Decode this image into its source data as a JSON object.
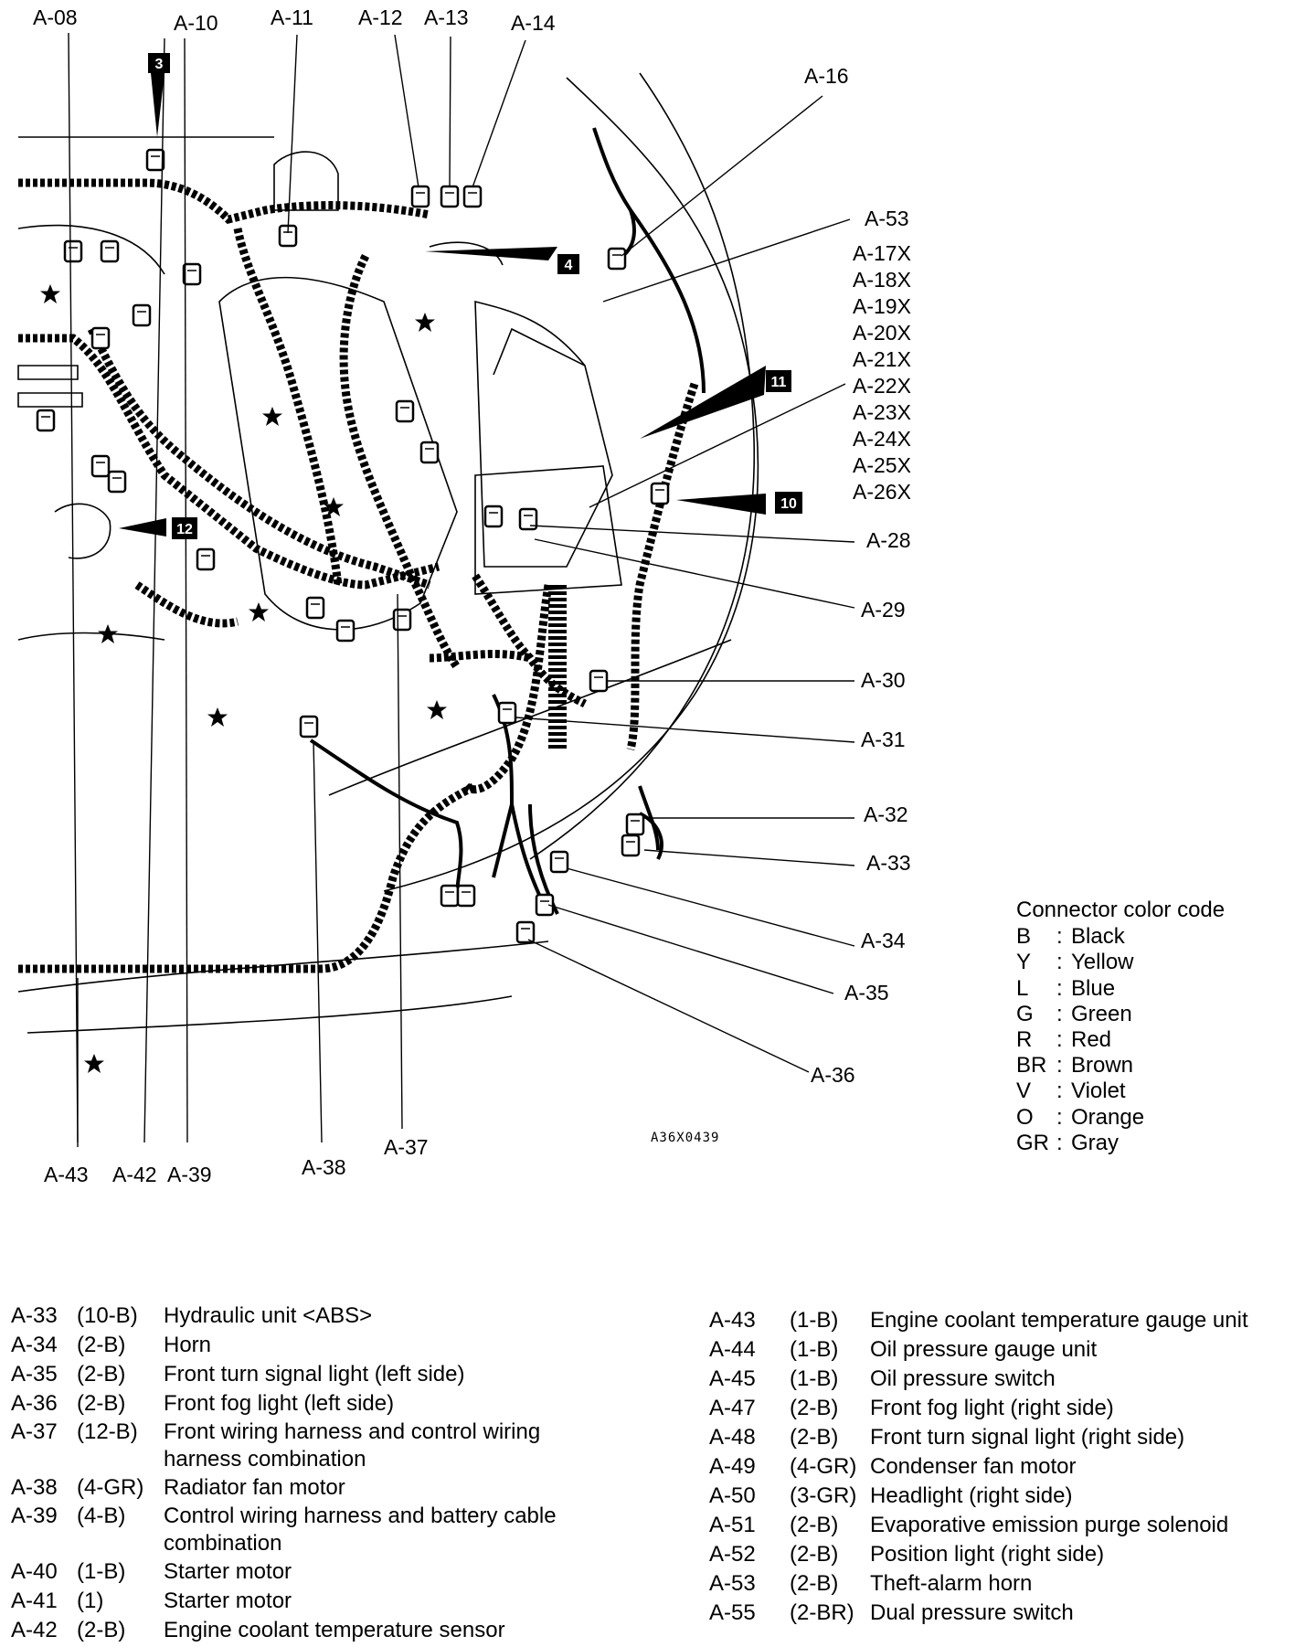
{
  "diagram": {
    "labels": {
      "a08": "A-08",
      "a10": "A-10",
      "a11": "A-11",
      "a12": "A-12",
      "a13": "A-13",
      "a14": "A-14",
      "a16": "A-16",
      "a53": "A-53",
      "a17x": "A-17X",
      "a18x": "A-18X",
      "a19x": "A-19X",
      "a20x": "A-20X",
      "a21x": "A-21X",
      "a22x": "A-22X",
      "a23x": "A-23X",
      "a24x": "A-24X",
      "a25x": "A-25X",
      "a26x": "A-26X",
      "a28": "A-28",
      "a29": "A-29",
      "a30": "A-30",
      "a31": "A-31",
      "a32": "A-32",
      "a33": "A-33",
      "a34": "A-34",
      "a35": "A-35",
      "a36": "A-36",
      "a37": "A-37",
      "a38": "A-38",
      "a39": "A-39",
      "a42": "A-42",
      "a43": "A-43"
    },
    "callouts": {
      "c3": "3",
      "c4": "4",
      "c10": "10",
      "c11": "11",
      "c12": "12"
    },
    "figure_code": "A36X0439"
  },
  "legend": {
    "title": "Connector color code",
    "items": [
      {
        "code": "B",
        "name": "Black"
      },
      {
        "code": "Y",
        "name": "Yellow"
      },
      {
        "code": "L",
        "name": "Blue"
      },
      {
        "code": "G",
        "name": "Green"
      },
      {
        "code": "R",
        "name": "Red"
      },
      {
        "code": "BR",
        "name": "Brown"
      },
      {
        "code": "V",
        "name": "Violet"
      },
      {
        "code": "O",
        "name": "Orange"
      },
      {
        "code": "GR",
        "name": "Gray"
      }
    ]
  },
  "connector_table_left": [
    {
      "id": "A-33",
      "spec": "(10-B)",
      "desc": "Hydraulic unit <ABS>"
    },
    {
      "id": "A-34",
      "spec": "(2-B)",
      "desc": "Horn"
    },
    {
      "id": "A-35",
      "spec": "(2-B)",
      "desc": "Front turn signal light (left side)"
    },
    {
      "id": "A-36",
      "spec": "(2-B)",
      "desc": "Front fog light (left side)"
    },
    {
      "id": "A-37",
      "spec": "(12-B)",
      "desc": "Front wiring harness and control wiring\nharness combination"
    },
    {
      "id": "A-38",
      "spec": "(4-GR)",
      "desc": "Radiator fan motor"
    },
    {
      "id": "A-39",
      "spec": "(4-B)",
      "desc": "Control wiring harness and battery cable\ncombination"
    },
    {
      "id": "A-40",
      "spec": "(1-B)",
      "desc": "Starter motor"
    },
    {
      "id": "A-41",
      "spec": "(1)",
      "desc": "Starter motor"
    },
    {
      "id": "A-42",
      "spec": "(2-B)",
      "desc": "Engine coolant temperature sensor"
    }
  ],
  "connector_table_right": [
    {
      "id": "A-43",
      "spec": "(1-B)",
      "desc": "Engine coolant temperature gauge unit"
    },
    {
      "id": "A-44",
      "spec": "(1-B)",
      "desc": "Oil pressure gauge unit"
    },
    {
      "id": "A-45",
      "spec": "(1-B)",
      "desc": "Oil pressure switch"
    },
    {
      "id": "A-47",
      "spec": "(2-B)",
      "desc": "Front fog light (right side)"
    },
    {
      "id": "A-48",
      "spec": "(2-B)",
      "desc": "Front turn signal light (right side)"
    },
    {
      "id": "A-49",
      "spec": "(4-GR)",
      "desc": "Condenser fan motor"
    },
    {
      "id": "A-50",
      "spec": "(3-GR)",
      "desc": "Headlight (right side)"
    },
    {
      "id": "A-51",
      "spec": "(2-B)",
      "desc": "Evaporative emission purge solenoid"
    },
    {
      "id": "A-52",
      "spec": "(2-B)",
      "desc": "Position light (right side)"
    },
    {
      "id": "A-53",
      "spec": "(2-B)",
      "desc": "Theft-alarm horn"
    },
    {
      "id": "A-55",
      "spec": "(2-BR)",
      "desc": "Dual pressure switch"
    }
  ]
}
